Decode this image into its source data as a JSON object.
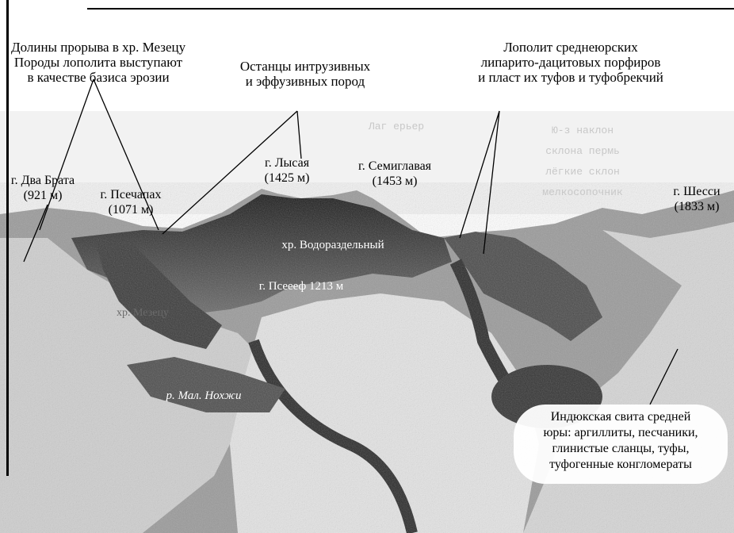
{
  "labels": {
    "breakthrough_valleys": [
      "Долины прорыва в хр. Мезецу",
      "Породы лополита выступают",
      "в качестве базиса эрозии"
    ],
    "remnants": [
      "Останцы интрузивных",
      "и эффузивных пород"
    ],
    "lopolith": [
      "Лополит среднеюрских",
      "липарито-дацитовых порфиров",
      "и пласт их туфов и туфобрекчий"
    ],
    "dva_brata": [
      "г. Два Брата",
      "(921 м)"
    ],
    "pseshakh": [
      "г. Псечапах",
      "(1071 м)"
    ],
    "lysaya": [
      "г. Лысая",
      "(1425 м)"
    ],
    "semiglavaya": [
      "г. Семиглавая",
      "(1453 м)"
    ],
    "shessi": [
      "г. Шесси",
      "(1833 м)"
    ],
    "ridge": "хр. Водораздельный",
    "pseref": "г. Псеееф 1213 м",
    "mezetsu": "хр. Мезецу",
    "river": "р. Мал. Нохжи",
    "indyuk": [
      "Индюкская свита средней",
      "юры: аргиллиты, песчаники,",
      "глинистые сланцы, туфы,",
      "туфогенные конгломераты"
    ],
    "faded_1": "Лаг ерьер",
    "faded_2": [
      "Ю-з наклон",
      "склона пермь",
      "лёгкие склон",
      "мелкосопочник"
    ]
  }
}
